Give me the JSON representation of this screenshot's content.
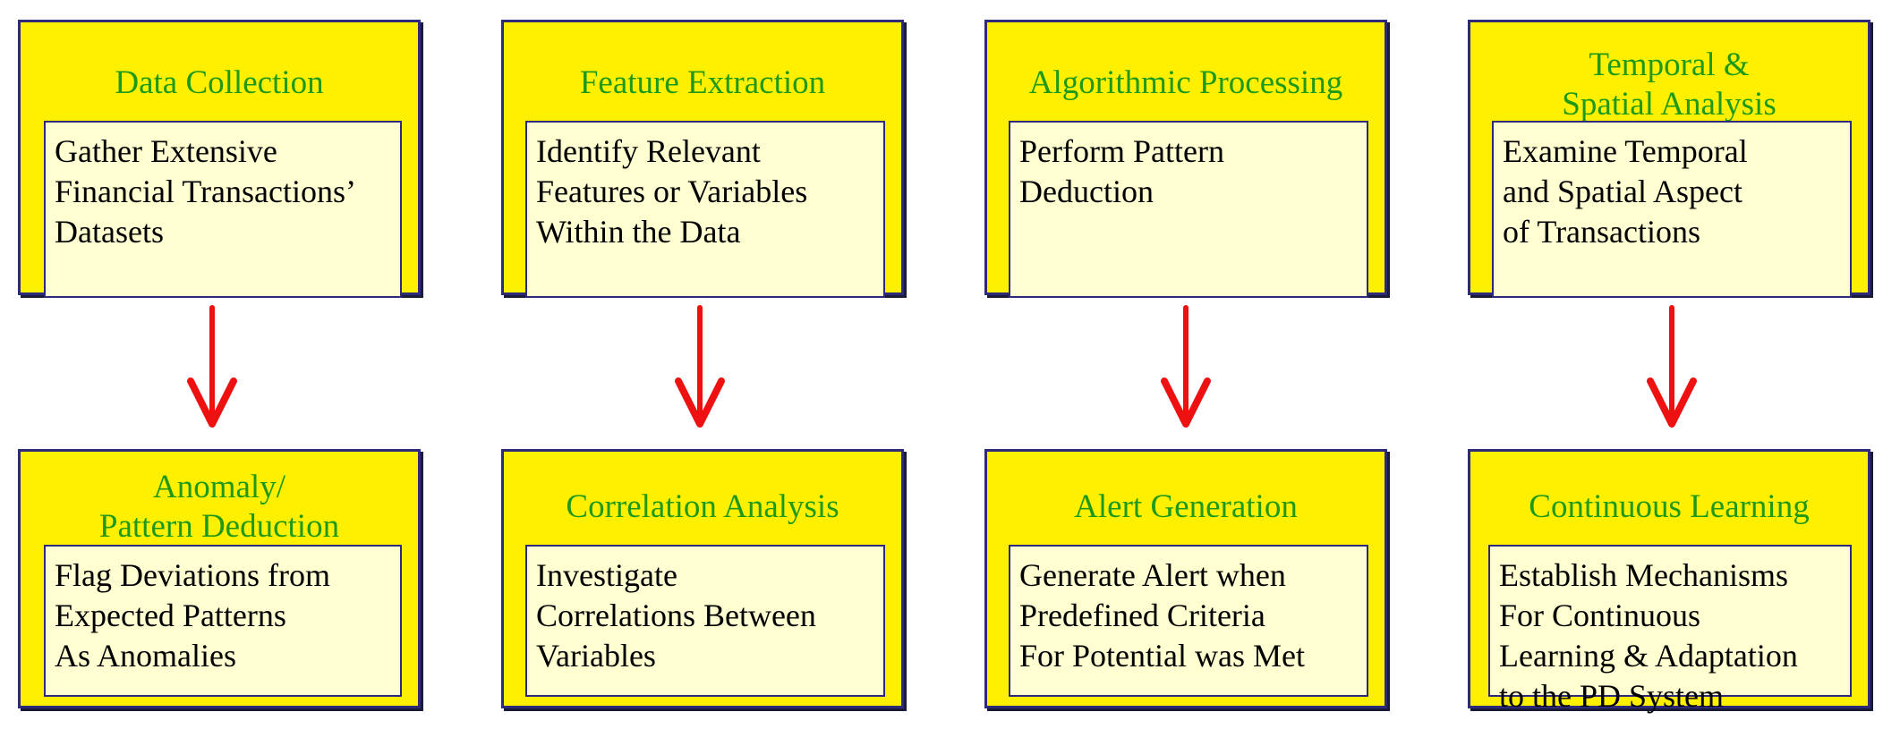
{
  "theme": {
    "card_fill": "#fff000",
    "card_border": "#2e2a7a",
    "body_fill": "#ffffd2",
    "title_color": "#1f9a18",
    "arrow_color": "#ee1111"
  },
  "steps": [
    {
      "id": "data-collection",
      "title": "Data Collection",
      "body": "Gather Extensive\nFinancial Transactions’\nDatasets"
    },
    {
      "id": "feature-extraction",
      "title": "Feature Extraction",
      "body": "Identify Relevant\nFeatures or Variables\nWithin the Data"
    },
    {
      "id": "algorithmic-processing",
      "title": "Algorithmic Processing",
      "body": "Perform Pattern\nDeduction"
    },
    {
      "id": "temporal-spatial-analysis",
      "title": "Temporal &\nSpatial Analysis",
      "body": "Examine  Temporal\nand Spatial Aspect\nof Transactions"
    },
    {
      "id": "anomaly-pattern-deduction",
      "title": "Anomaly/\nPattern Deduction",
      "body": "Flag Deviations from\nExpected Patterns\nAs Anomalies"
    },
    {
      "id": "correlation-analysis",
      "title": "Correlation Analysis",
      "body": "Investigate\nCorrelations Between\nVariables"
    },
    {
      "id": "alert-generation",
      "title": "Alert Generation",
      "body": "Generate Alert when\nPredefined Criteria\nFor Potential was Met"
    },
    {
      "id": "continuous-learning",
      "title": "Continuous Learning",
      "body": "Establish Mechanisms\nFor Continuous\nLearning & Adaptation\nto the PD System"
    }
  ],
  "connections": [
    {
      "from": "data-collection",
      "to": "anomaly-pattern-deduction"
    },
    {
      "from": "feature-extraction",
      "to": "correlation-analysis"
    },
    {
      "from": "algorithmic-processing",
      "to": "alert-generation"
    },
    {
      "from": "temporal-spatial-analysis",
      "to": "continuous-learning"
    }
  ]
}
